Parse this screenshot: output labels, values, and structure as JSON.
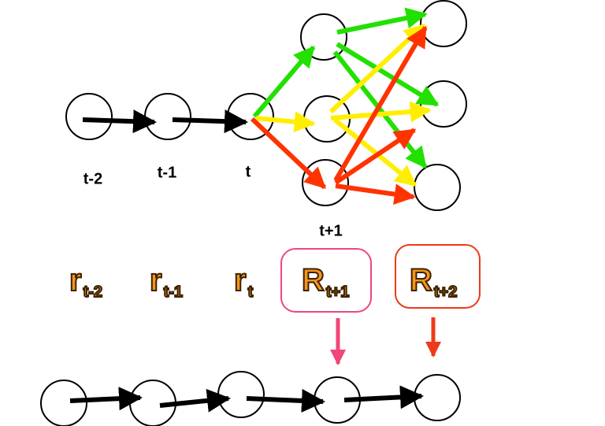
{
  "time_labels": {
    "t_minus_2": "t-2",
    "t_minus_1": "t-1",
    "t": "t",
    "t_plus_1": "t+1"
  },
  "rewards": [
    {
      "symbol": "r",
      "subscript": "t-2"
    },
    {
      "symbol": "r",
      "subscript": "t-1"
    },
    {
      "symbol": "r",
      "subscript": "t"
    },
    {
      "symbol": "R",
      "subscript": "t+1"
    },
    {
      "symbol": "R",
      "subscript": "t+2"
    }
  ],
  "colors": {
    "green": "#22e000",
    "yellow": "#ffee00",
    "red": "#ff3300",
    "pink": "#f0467a",
    "box_red": "#ee3a1a",
    "reward_fill": "#f7931e",
    "black": "#000000"
  }
}
